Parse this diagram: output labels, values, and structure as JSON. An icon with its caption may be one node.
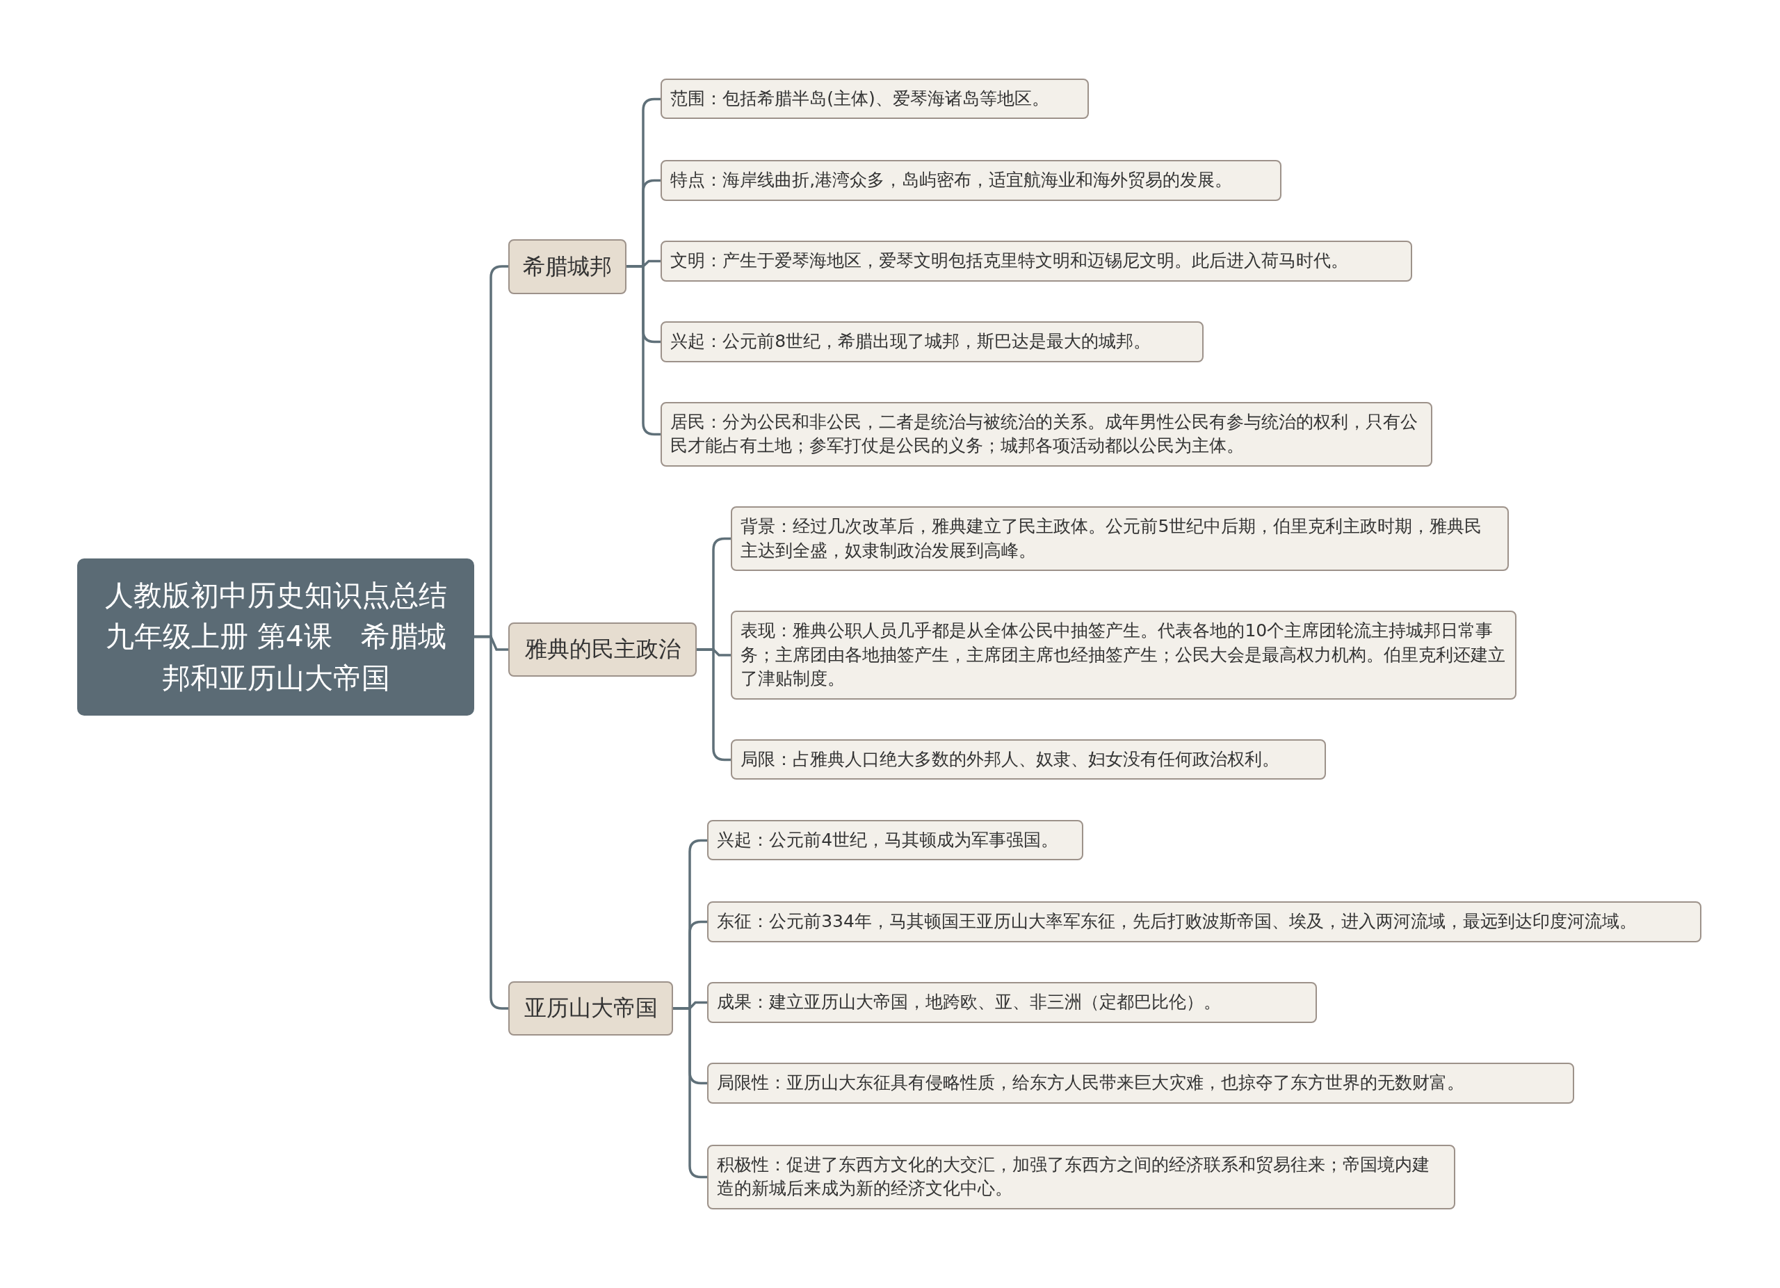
{
  "diagram": {
    "nodes": [
      {
        "text": [
          "人教版初中历史知识点总结九年级上册 第4课　希腊城邦和亚历山大帝国"
        ]
      },
      {
        "text": [
          "希腊城邦"
        ]
      },
      {
        "text": [
          "范围：包括希腊半岛(主体)、爱琴海诸岛等地区。"
        ]
      },
      {
        "text": [
          "特点：海岸线曲折,港湾众多，岛屿密布，适宜航海业和海外贸易的发展。"
        ]
      },
      {
        "text": [
          "文明：产生于爱琴海地区，爱琴文明包括克里特文明和迈锡尼文明。此后进入荷马时代。"
        ]
      },
      {
        "text": [
          "兴起：公元前8世纪，希腊出现了城邦，斯巴达是最大的城邦。"
        ]
      },
      {
        "text": [
          "居民：分为公民和非公民，二者是统治与被统治的关系。成年男性公民有参与统治的权利，只有公民才能占有土地；参军打仗是公民的义务；城邦各项活动都以公民为主体。"
        ]
      },
      {
        "text": [
          "雅典的民主政治"
        ]
      },
      {
        "text": [
          "背景：经过几次改革后，雅典建立了民主政体。公元前5世纪中后期，伯里克利主政时期，雅典民主达到全盛，奴隶制政治发展到高峰。"
        ]
      },
      {
        "text": [
          "表现：雅典公职人员几乎都是从全体公民中抽签产生。代表各地的10个主席团轮流主持城邦日常事务；主席团由各地抽签产生，主席团主席也经抽签产生；公民大会是最高权力机构。伯里克利还建立了津贴制度。"
        ]
      },
      {
        "text": [
          "局限：占雅典人口绝大多数的外邦人、奴隶、妇女没有任何政治权利。"
        ]
      },
      {
        "text": [
          "亚历山大帝国"
        ]
      },
      {
        "text": [
          "兴起：公元前4世纪，马其顿成为军事强国。"
        ]
      },
      {
        "text": [
          "东征：公元前334年，马其顿国王亚历山大率军东征，先后打败波斯帝国、埃及，进入两河流域，最远到达印度河流域。"
        ]
      },
      {
        "text": [
          "成果：建立亚历山大帝国，地跨欧、亚、非三洲（定都巴比伦）。"
        ]
      },
      {
        "text": [
          "局限性：亚历山大东征具有侵略性质，给东方人民带来巨大灾难，也掠夺了东方世界的无数财富。"
        ]
      },
      {
        "text": [
          "积极性：促进了东西方文化的大交汇，加强了东西方之间的经济联系和贸易往来；帝国境内建造的新城后来成为新的经济文化中心。"
        ]
      }
    ],
    "edges": [
      {
        "from": 0,
        "to": 1,
        "arrow": "none"
      },
      {
        "from": 0,
        "to": 7,
        "arrow": "none"
      },
      {
        "from": 0,
        "to": 11,
        "arrow": "none"
      },
      {
        "from": 1,
        "to": 2,
        "arrow": "none"
      },
      {
        "from": 1,
        "to": 3,
        "arrow": "none"
      },
      {
        "from": 1,
        "to": 4,
        "arrow": "none"
      },
      {
        "from": 1,
        "to": 5,
        "arrow": "none"
      },
      {
        "from": 1,
        "to": 6,
        "arrow": "none"
      },
      {
        "from": 7,
        "to": 8,
        "arrow": "none"
      },
      {
        "from": 7,
        "to": 9,
        "arrow": "none"
      },
      {
        "from": 7,
        "to": 10,
        "arrow": "none"
      },
      {
        "from": 11,
        "to": 12,
        "arrow": "none"
      },
      {
        "from": 11,
        "to": 13,
        "arrow": "none"
      },
      {
        "from": 11,
        "to": 14,
        "arrow": "none"
      },
      {
        "from": 11,
        "to": 15,
        "arrow": "none"
      },
      {
        "from": 11,
        "to": 16,
        "arrow": "none"
      }
    ]
  }
}
